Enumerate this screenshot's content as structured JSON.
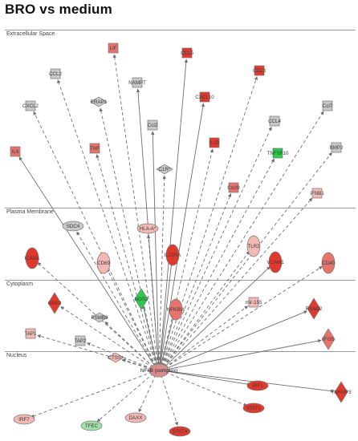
{
  "title": "BRO vs medium",
  "regions": [
    {
      "label": "Extracellular Space"
    },
    {
      "label": "Plasma Membrane"
    },
    {
      "label": "Cytoplasm"
    },
    {
      "label": "Nucleus"
    }
  ],
  "hub": {
    "label": "NFkB (complex)",
    "color": "#d98c8c"
  },
  "palette": {
    "up_strong": "#e03a2f",
    "up_mid": "#e8736b",
    "up_light": "#f2b8b3",
    "down_light": "#9ee0a8",
    "down_strong": "#2ec94a",
    "none": "#c8c8c8",
    "edge": "#6e6e6e"
  },
  "nodes": [
    {
      "label": "LIF",
      "shape": "square",
      "color": "up_mid"
    },
    {
      "label": "CCL5",
      "shape": "square",
      "color": "up_strong"
    },
    {
      "label": "CCL2",
      "shape": "square",
      "color": "none"
    },
    {
      "label": "NAMPT",
      "shape": "square",
      "color": "none"
    },
    {
      "label": "CCL3",
      "shape": "square",
      "color": "up_strong"
    },
    {
      "label": "ERAP1",
      "shape": "diamond",
      "color": "none"
    },
    {
      "label": "CXCL10",
      "shape": "square",
      "color": "up_strong"
    },
    {
      "label": "CXCL2",
      "shape": "square",
      "color": "none"
    },
    {
      "label": "Ccl7",
      "shape": "square",
      "color": "none"
    },
    {
      "label": "CCL4",
      "shape": "square",
      "color": "none"
    },
    {
      "label": "Ccl2",
      "shape": "square",
      "color": "none"
    },
    {
      "label": "IL6",
      "shape": "square",
      "color": "up_mid"
    },
    {
      "label": "TNF",
      "shape": "square",
      "color": "up_mid"
    },
    {
      "label": "IL1B",
      "shape": "square",
      "color": "up_strong"
    },
    {
      "label": "TNFSF10",
      "shape": "square",
      "color": "down_strong"
    },
    {
      "label": "BMP2",
      "shape": "square",
      "color": "none"
    },
    {
      "label": "C1R*",
      "shape": "diamond",
      "color": "none"
    },
    {
      "label": "Cxcl9",
      "shape": "square",
      "color": "up_mid"
    },
    {
      "label": "IFNB1",
      "shape": "square",
      "color": "up_light"
    },
    {
      "label": "SDC4",
      "shape": "ellipse",
      "color": "none"
    },
    {
      "label": "HLA-A*",
      "shape": "ellipse",
      "color": "up_light"
    },
    {
      "label": "ICAM1",
      "shape": "ellipse-v",
      "color": "up_strong"
    },
    {
      "label": "CD69",
      "shape": "ellipse-v",
      "color": "up_light"
    },
    {
      "label": "IL15RA",
      "shape": "ellipse-v",
      "color": "up_strong"
    },
    {
      "label": "TLR2",
      "shape": "ellipse-v",
      "color": "up_light"
    },
    {
      "label": "VCAM1",
      "shape": "ellipse-v",
      "color": "up_strong"
    },
    {
      "label": "CD40",
      "shape": "ellipse-v",
      "color": "up_mid"
    },
    {
      "label": "GBP2",
      "shape": "diamond",
      "color": "up_strong"
    },
    {
      "label": "NOS2",
      "shape": "diamond",
      "color": "down_strong"
    },
    {
      "label": "NFKBIA",
      "shape": "ellipse-v",
      "color": "up_mid"
    },
    {
      "label": "mir-155",
      "shape": "square",
      "color": "up_light"
    },
    {
      "label": "RSAD2",
      "shape": "diamond",
      "color": "up_strong"
    },
    {
      "label": "PSMB9",
      "shape": "diamond",
      "color": "none"
    },
    {
      "label": "TAP1",
      "shape": "square",
      "color": "up_light"
    },
    {
      "label": "TAP2",
      "shape": "square",
      "color": "none"
    },
    {
      "label": "CTSS*",
      "shape": "diamond",
      "color": "up_light"
    },
    {
      "label": "IFI35",
      "shape": "diamond",
      "color": "up_mid"
    },
    {
      "label": "TNFAIP3",
      "shape": "diamond",
      "color": "up_strong"
    },
    {
      "label": "IRF7",
      "shape": "ellipse",
      "color": "up_light"
    },
    {
      "label": "DAXX",
      "shape": "ellipse",
      "color": "up_light"
    },
    {
      "label": "TFEC",
      "shape": "ellipse",
      "color": "down_light"
    },
    {
      "label": "IRF1",
      "shape": "ellipse",
      "color": "up_strong"
    },
    {
      "label": "STAT1",
      "shape": "ellipse",
      "color": "up_strong"
    },
    {
      "label": "STAT4",
      "shape": "ellipse",
      "color": "up_strong"
    }
  ]
}
